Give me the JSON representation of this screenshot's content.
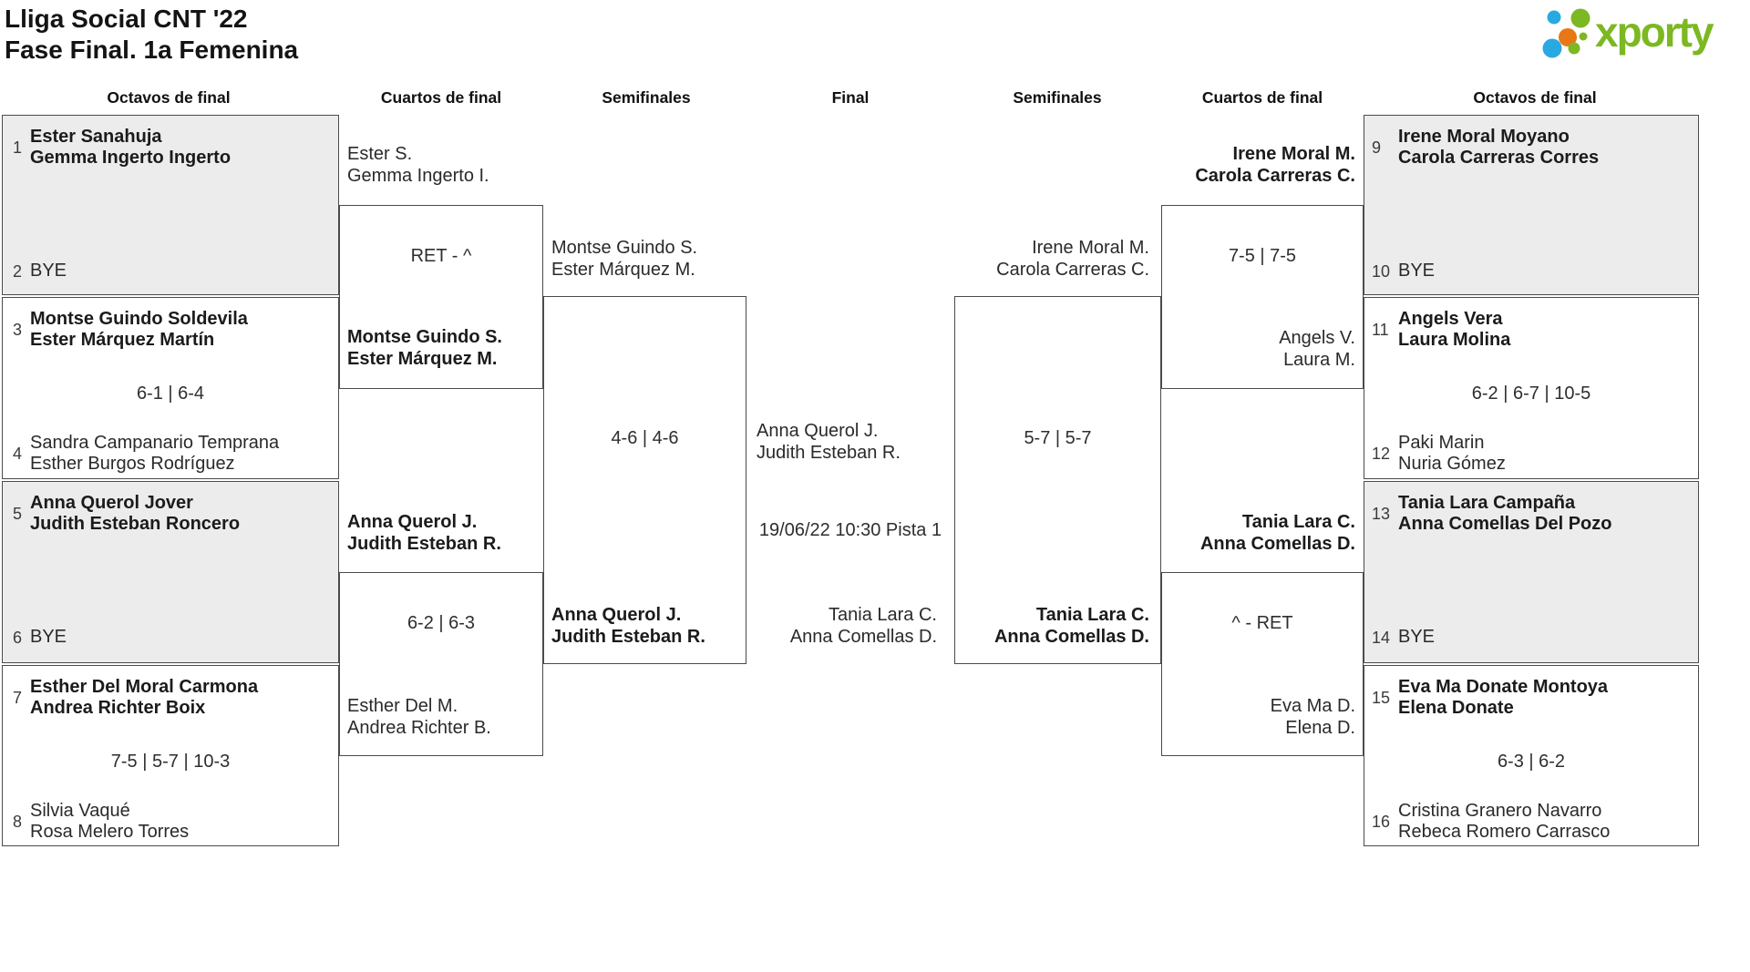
{
  "title": {
    "l1": "Lliga Social CNT '22",
    "l2": "Fase Final. 1a Femenina"
  },
  "logo": {
    "text": "xporty"
  },
  "colors": {
    "brand_green": "#7cb822",
    "dot_blue": "#29a9e1",
    "dot_orange": "#e87714",
    "box_shade": "#ececec",
    "border": "#4b4b4b"
  },
  "headers": [
    "Octavos de final",
    "Cuartos de final",
    "Semifinales",
    "Final",
    "Semifinales",
    "Cuartos de final",
    "Octavos de final"
  ],
  "r16_left": [
    {
      "top": {
        "seed": "1",
        "l1": "Ester Sanahuja",
        "l2": "Gemma Ingerto Ingerto",
        "bold": true
      },
      "score": "",
      "bottom": {
        "seed": "2",
        "l1": "BYE",
        "bold": false
      }
    },
    {
      "top": {
        "seed": "3",
        "l1": "Montse Guindo Soldevila",
        "l2": "Ester Márquez Martín",
        "bold": true
      },
      "score": "6-1 | 6-4",
      "bottom": {
        "seed": "4",
        "l1": "Sandra Campanario Temprana",
        "l2": "Esther Burgos Rodríguez",
        "bold": false
      }
    },
    {
      "top": {
        "seed": "5",
        "l1": "Anna Querol Jover",
        "l2": "Judith Esteban Roncero",
        "bold": true
      },
      "score": "",
      "bottom": {
        "seed": "6",
        "l1": "BYE",
        "bold": false
      }
    },
    {
      "top": {
        "seed": "7",
        "l1": "Esther Del Moral Carmona",
        "l2": "Andrea Richter Boix",
        "bold": true
      },
      "score": "7-5 | 5-7 | 10-3",
      "bottom": {
        "seed": "8",
        "l1": "Silvia Vaqué",
        "l2": "Rosa Melero Torres",
        "bold": false
      }
    }
  ],
  "r16_right": [
    {
      "top": {
        "seed": "9",
        "l1": "Irene Moral Moyano",
        "l2": "Carola Carreras Corres",
        "bold": true
      },
      "score": "",
      "bottom": {
        "seed": "10",
        "l1": "BYE",
        "bold": false
      }
    },
    {
      "top": {
        "seed": "11",
        "l1": "Angels Vera",
        "l2": "Laura Molina",
        "bold": true
      },
      "score": "6-2 | 6-7 | 10-5",
      "bottom": {
        "seed": "12",
        "l1": "Paki Marin",
        "l2": "Nuria Gómez",
        "bold": false
      }
    },
    {
      "top": {
        "seed": "13",
        "l1": "Tania Lara Campaña",
        "l2": "Anna Comellas Del Pozo",
        "bold": true
      },
      "score": "",
      "bottom": {
        "seed": "14",
        "l1": "BYE",
        "bold": false
      }
    },
    {
      "top": {
        "seed": "15",
        "l1": "Eva Ma Donate Montoya",
        "l2": "Elena Donate",
        "bold": true
      },
      "score": "6-3 | 6-2",
      "bottom": {
        "seed": "16",
        "l1": "Cristina Granero Navarro",
        "l2": "Rebeca Romero Carrasco",
        "bold": false
      }
    }
  ],
  "qf_left": [
    {
      "top": {
        "l1": "Ester S.",
        "l2": "Gemma Ingerto I.",
        "bold": false
      },
      "score": "RET - ^",
      "bottom": {
        "l1": "Montse Guindo S.",
        "l2": "Ester Márquez M.",
        "bold": true
      }
    },
    {
      "top": {
        "l1": "Anna Querol J.",
        "l2": "Judith Esteban R.",
        "bold": true
      },
      "score": "6-2 | 6-3",
      "bottom": {
        "l1": "Esther Del M.",
        "l2": "Andrea Richter B.",
        "bold": false
      }
    }
  ],
  "qf_right": [
    {
      "top": {
        "l1": "Irene Moral M.",
        "l2": "Carola Carreras C.",
        "bold": true
      },
      "score": "7-5 | 7-5",
      "bottom": {
        "l1": "Angels V.",
        "l2": "Laura M.",
        "bold": false
      }
    },
    {
      "top": {
        "l1": "Tania Lara C.",
        "l2": "Anna Comellas D.",
        "bold": true
      },
      "score": "^ - RET",
      "bottom": {
        "l1": "Eva Ma D.",
        "l2": "Elena D.",
        "bold": false
      }
    }
  ],
  "sf_left": {
    "top": {
      "l1": "Montse Guindo S.",
      "l2": "Ester Márquez M.",
      "bold": false
    },
    "score": "4-6 | 4-6",
    "bottom": {
      "l1": "Anna Querol J.",
      "l2": "Judith Esteban R.",
      "bold": true
    }
  },
  "sf_right": {
    "top": {
      "l1": "Irene Moral M.",
      "l2": "Carola Carreras C.",
      "bold": false
    },
    "score": "5-7 | 5-7",
    "bottom": {
      "l1": "Tania Lara C.",
      "l2": "Anna Comellas D.",
      "bold": true
    }
  },
  "final": {
    "top": {
      "l1": "Anna Querol J.",
      "l2": "Judith Esteban R."
    },
    "schedule": "19/06/22 10:30 Pista 1",
    "bottom": {
      "l1": "Tania Lara C.",
      "l2": "Anna Comellas D."
    }
  }
}
